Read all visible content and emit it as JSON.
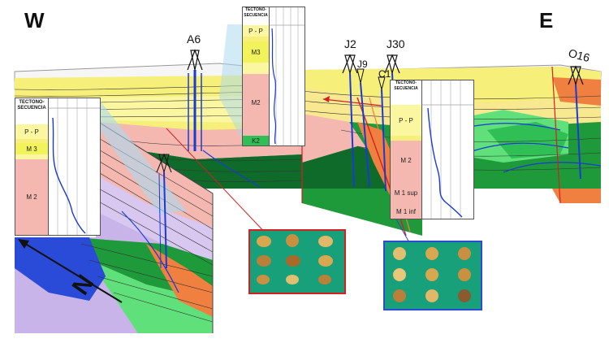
{
  "compass": {
    "west": "W",
    "east": "E",
    "north": "N"
  },
  "wells": [
    {
      "id": "well-a6",
      "label": "A6"
    },
    {
      "id": "well-j2",
      "label": "J2"
    },
    {
      "id": "well-j30",
      "label": "J30"
    },
    {
      "id": "well-j9",
      "label": "J9"
    },
    {
      "id": "well-c1",
      "label": "C1"
    },
    {
      "id": "well-o16",
      "label": "O16"
    }
  ],
  "columns": {
    "left": {
      "header": "TECTONO-SECUENCIA",
      "units": [
        "P - P",
        "M 3",
        "M 2"
      ]
    },
    "center": {
      "header": "TECTONO-SECUENCIA",
      "units": [
        "P - P",
        "M3",
        "M2",
        "K2"
      ]
    },
    "right": {
      "header": "TECTONO-SECUENCIA",
      "units": [
        "P - P",
        "M 2",
        "M 1 sup",
        "M 1 inf"
      ]
    }
  },
  "colors": {
    "pp_yellow": "#f5f07a",
    "m2_pink": "#f4b8b0",
    "m3_yellow": "#f2f25a",
    "green": "#1f9a3a",
    "dark_green": "#0f6b2a",
    "lime": "#5fe07a",
    "lavender": "#c8b4e8",
    "orange": "#f08040",
    "log_blue": "#1a3ad6",
    "fault_red": "#d42020",
    "fossil_bg": "#18a07a"
  }
}
